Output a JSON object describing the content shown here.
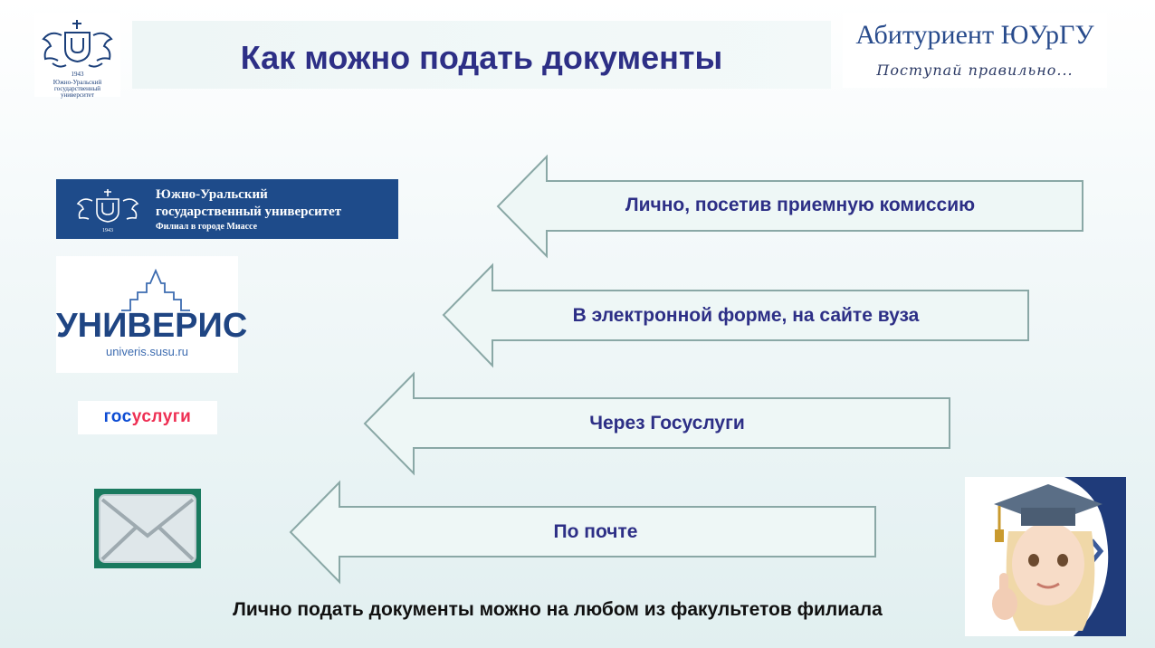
{
  "header": {
    "university_logo_lines": [
      "Южно-Уральский",
      "государственный",
      "университет"
    ],
    "university_logo_year": "1943",
    "title": "Как можно подать документы",
    "brand_name": "Абитуриент ЮУрГУ",
    "brand_slogan": "Поступай правильно..."
  },
  "logos": {
    "susu_line1": "Южно-Уральский",
    "susu_line2": "государственный университет",
    "susu_line3": "Филиал в городе Миассе",
    "susu_year": "1943",
    "univeris_name": "Универис",
    "univeris_url": "univeris.susu.ru",
    "gosuslugi_part1": "гос",
    "gosuslugi_part2": "услуги"
  },
  "methods": [
    {
      "label": "Лично, посетив приемную комиссию",
      "icon": "university-banner-icon"
    },
    {
      "label": "В электронной форме, на сайте вуза",
      "icon": "univeris-logo"
    },
    {
      "label": "Через Госуслуги",
      "icon": "gosuslugi-logo"
    },
    {
      "label": "По почте",
      "icon": "envelope-icon"
    }
  ],
  "footer_note": "Лично подать документы можно на любом из факультетов филиала",
  "colors": {
    "title": "#2d2f86",
    "arrow_fill": "#eef7f6",
    "arrow_stroke": "#8aa8a6",
    "susu_blue": "#1e4b8a",
    "mail_green": "#1a7a5f"
  }
}
